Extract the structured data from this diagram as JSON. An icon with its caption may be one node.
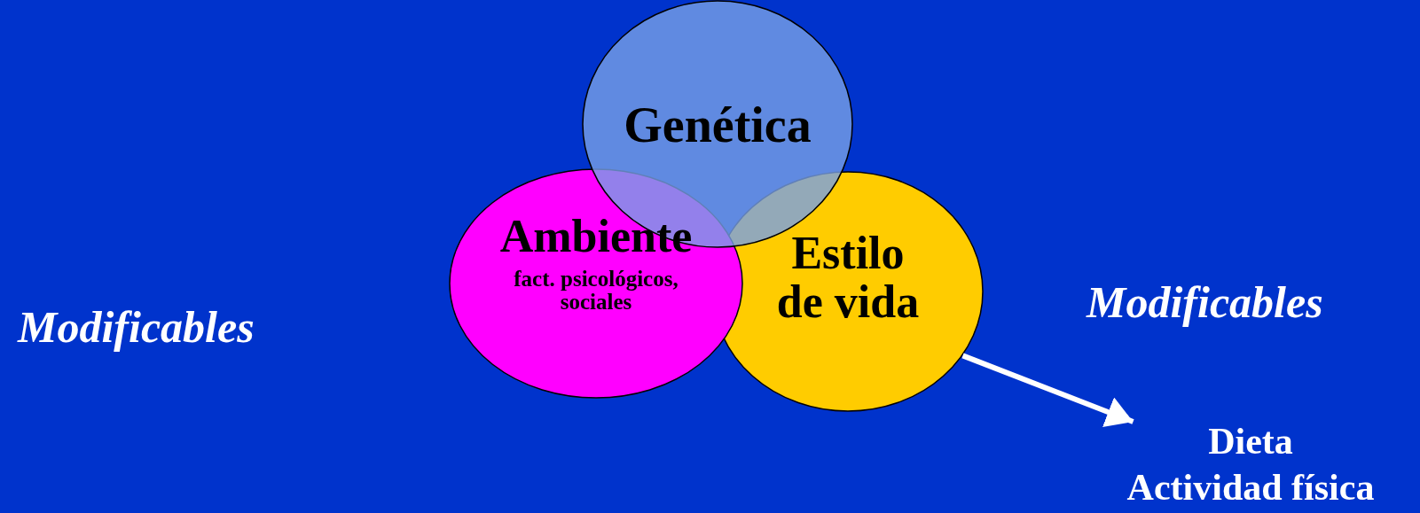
{
  "diagram": {
    "nodes": [
      {
        "text": [
          "Genética"
        ]
      },
      {
        "text": [
          "Ambiente",
          "fact. psicológicos, sociales"
        ]
      },
      {
        "text": [
          "Estilo de vida"
        ]
      },
      {
        "text": [
          "Dieta",
          "Actividad física"
        ]
      }
    ],
    "edges": [
      {
        "from": 2,
        "to": 3,
        "arrow": "to"
      }
    ],
    "labels": [
      "Modificables",
      "Modificables"
    ]
  }
}
